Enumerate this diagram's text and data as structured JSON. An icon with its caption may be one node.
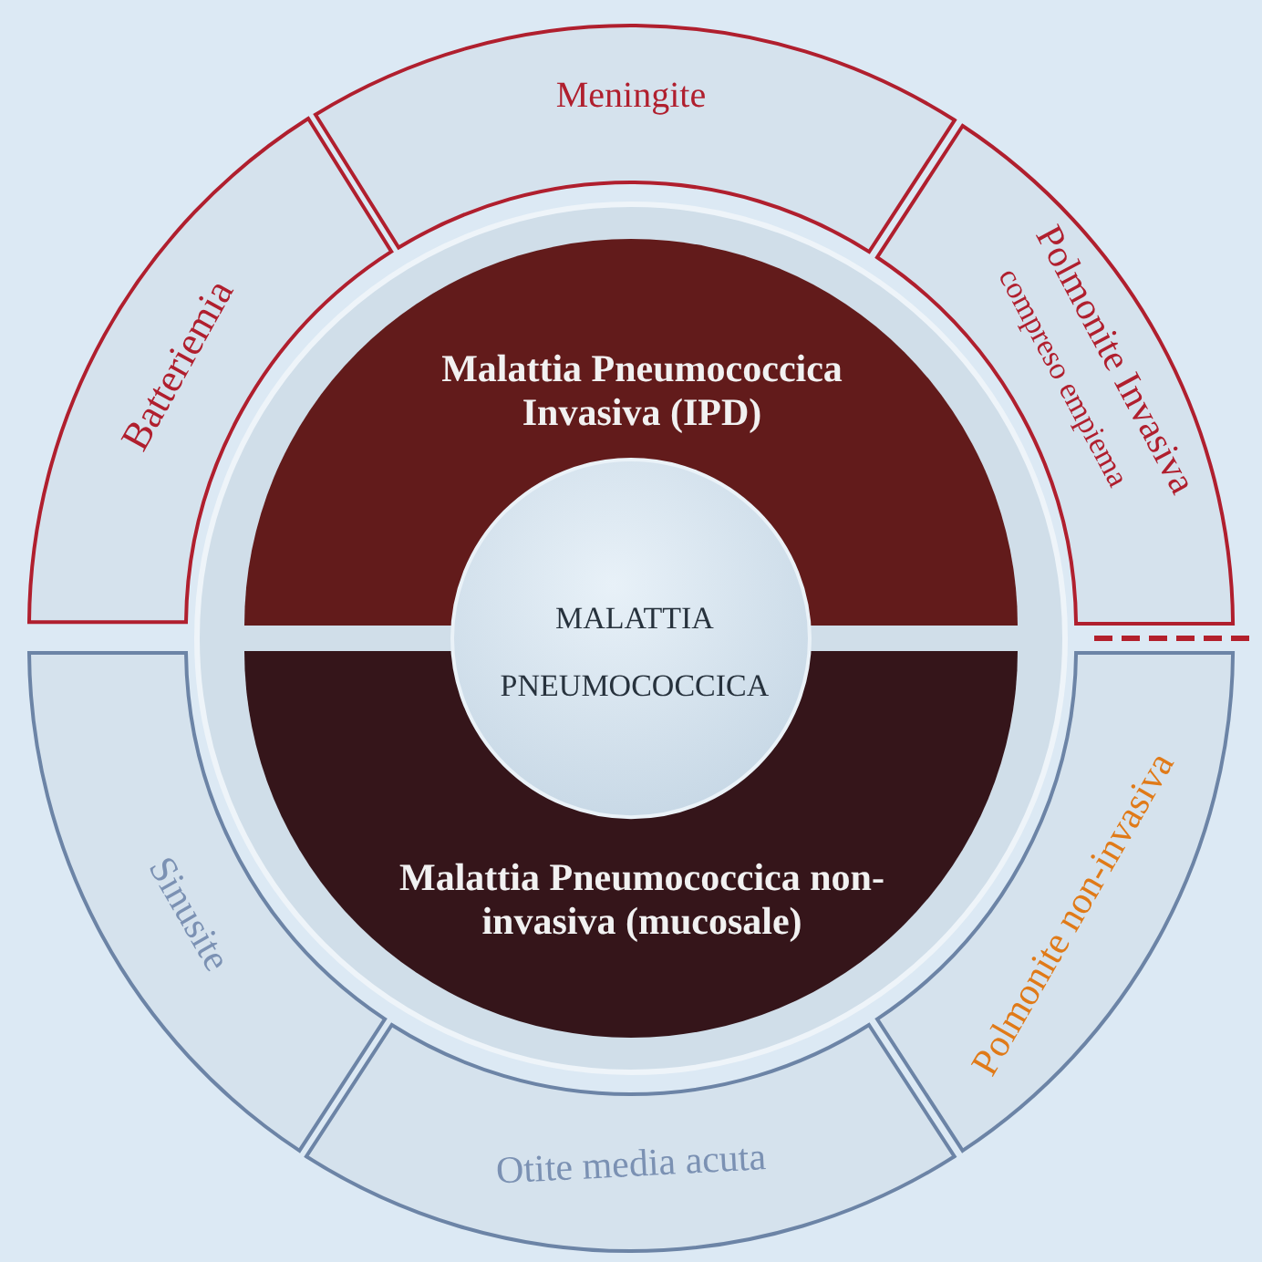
{
  "diagram": {
    "nodes": [
      {
        "text": [
          "MALATTIA PNEUMOCOCCICA"
        ]
      },
      {
        "text": [
          "Malattia Pneumococcica Invasiva (IPD)"
        ]
      },
      {
        "text": [
          "Malattia Pneumococcica non-invasiva (mucosale)"
        ]
      },
      {
        "text": [
          "Batteriemia"
        ]
      },
      {
        "text": [
          "Meningite"
        ]
      },
      {
        "text": [
          "Polmonite Invasiva",
          "compreso empiema"
        ]
      },
      {
        "text": [
          "Sinusite"
        ]
      },
      {
        "text": [
          "Otite media acuta"
        ]
      },
      {
        "text": [
          "Polmonite non-invasiva"
        ]
      }
    ]
  }
}
